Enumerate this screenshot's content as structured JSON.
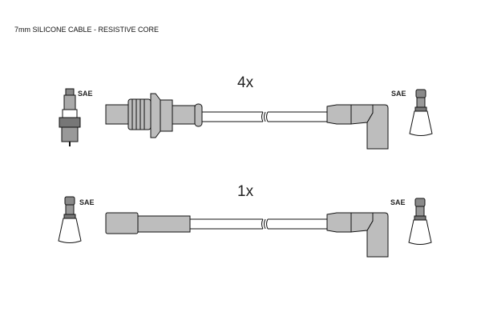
{
  "title": "7mm SILICONE CABLE - RESISTIVE CORE",
  "sets": [
    {
      "quantity": "4x",
      "left_label": "SAE",
      "right_label": "SAE"
    },
    {
      "quantity": "1x",
      "left_label": "SAE",
      "right_label": "SAE"
    }
  ],
  "colors": {
    "boot": "#bdbdbd",
    "line": "#111111"
  }
}
